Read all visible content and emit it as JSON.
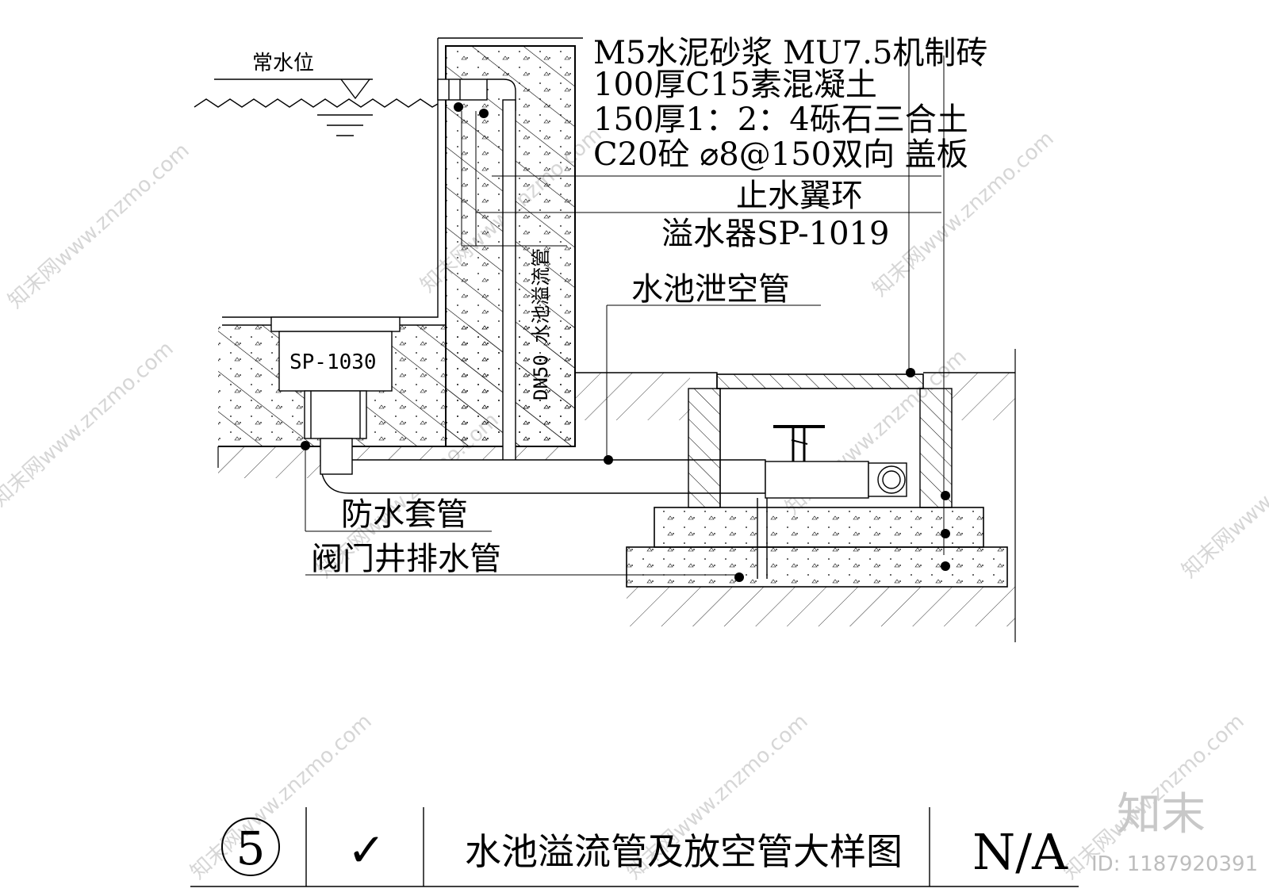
{
  "labels": {
    "water_level": "常水位",
    "layer_1": "M5水泥砂浆 MU7.5机制砖",
    "layer_2": "100厚C15素混凝土",
    "layer_3": "150厚1：2：4砾石三合土",
    "layer_4": "C20砼 ⌀8@150双向 盖板",
    "wing_ring": "止水翼环",
    "overflow_device": "溢水器SP-1019",
    "drain_pipe": "水池泄空管",
    "sleeve": "防水套管",
    "valve_well_drain": "阀门井排水管",
    "overflow_pipe": "DN50 水池溢流管",
    "drain_box": "SP-1030"
  },
  "title_block": {
    "number": "5",
    "check": "✓",
    "title": "水池溢流管及放空管大样图",
    "scale": "N/A"
  },
  "watermark": {
    "brand": "知末",
    "id": "ID: 1187920391",
    "site": "知末网www.znzmo.com"
  },
  "colors": {
    "line": "#000000",
    "watermark": "#d6d6d6"
  }
}
